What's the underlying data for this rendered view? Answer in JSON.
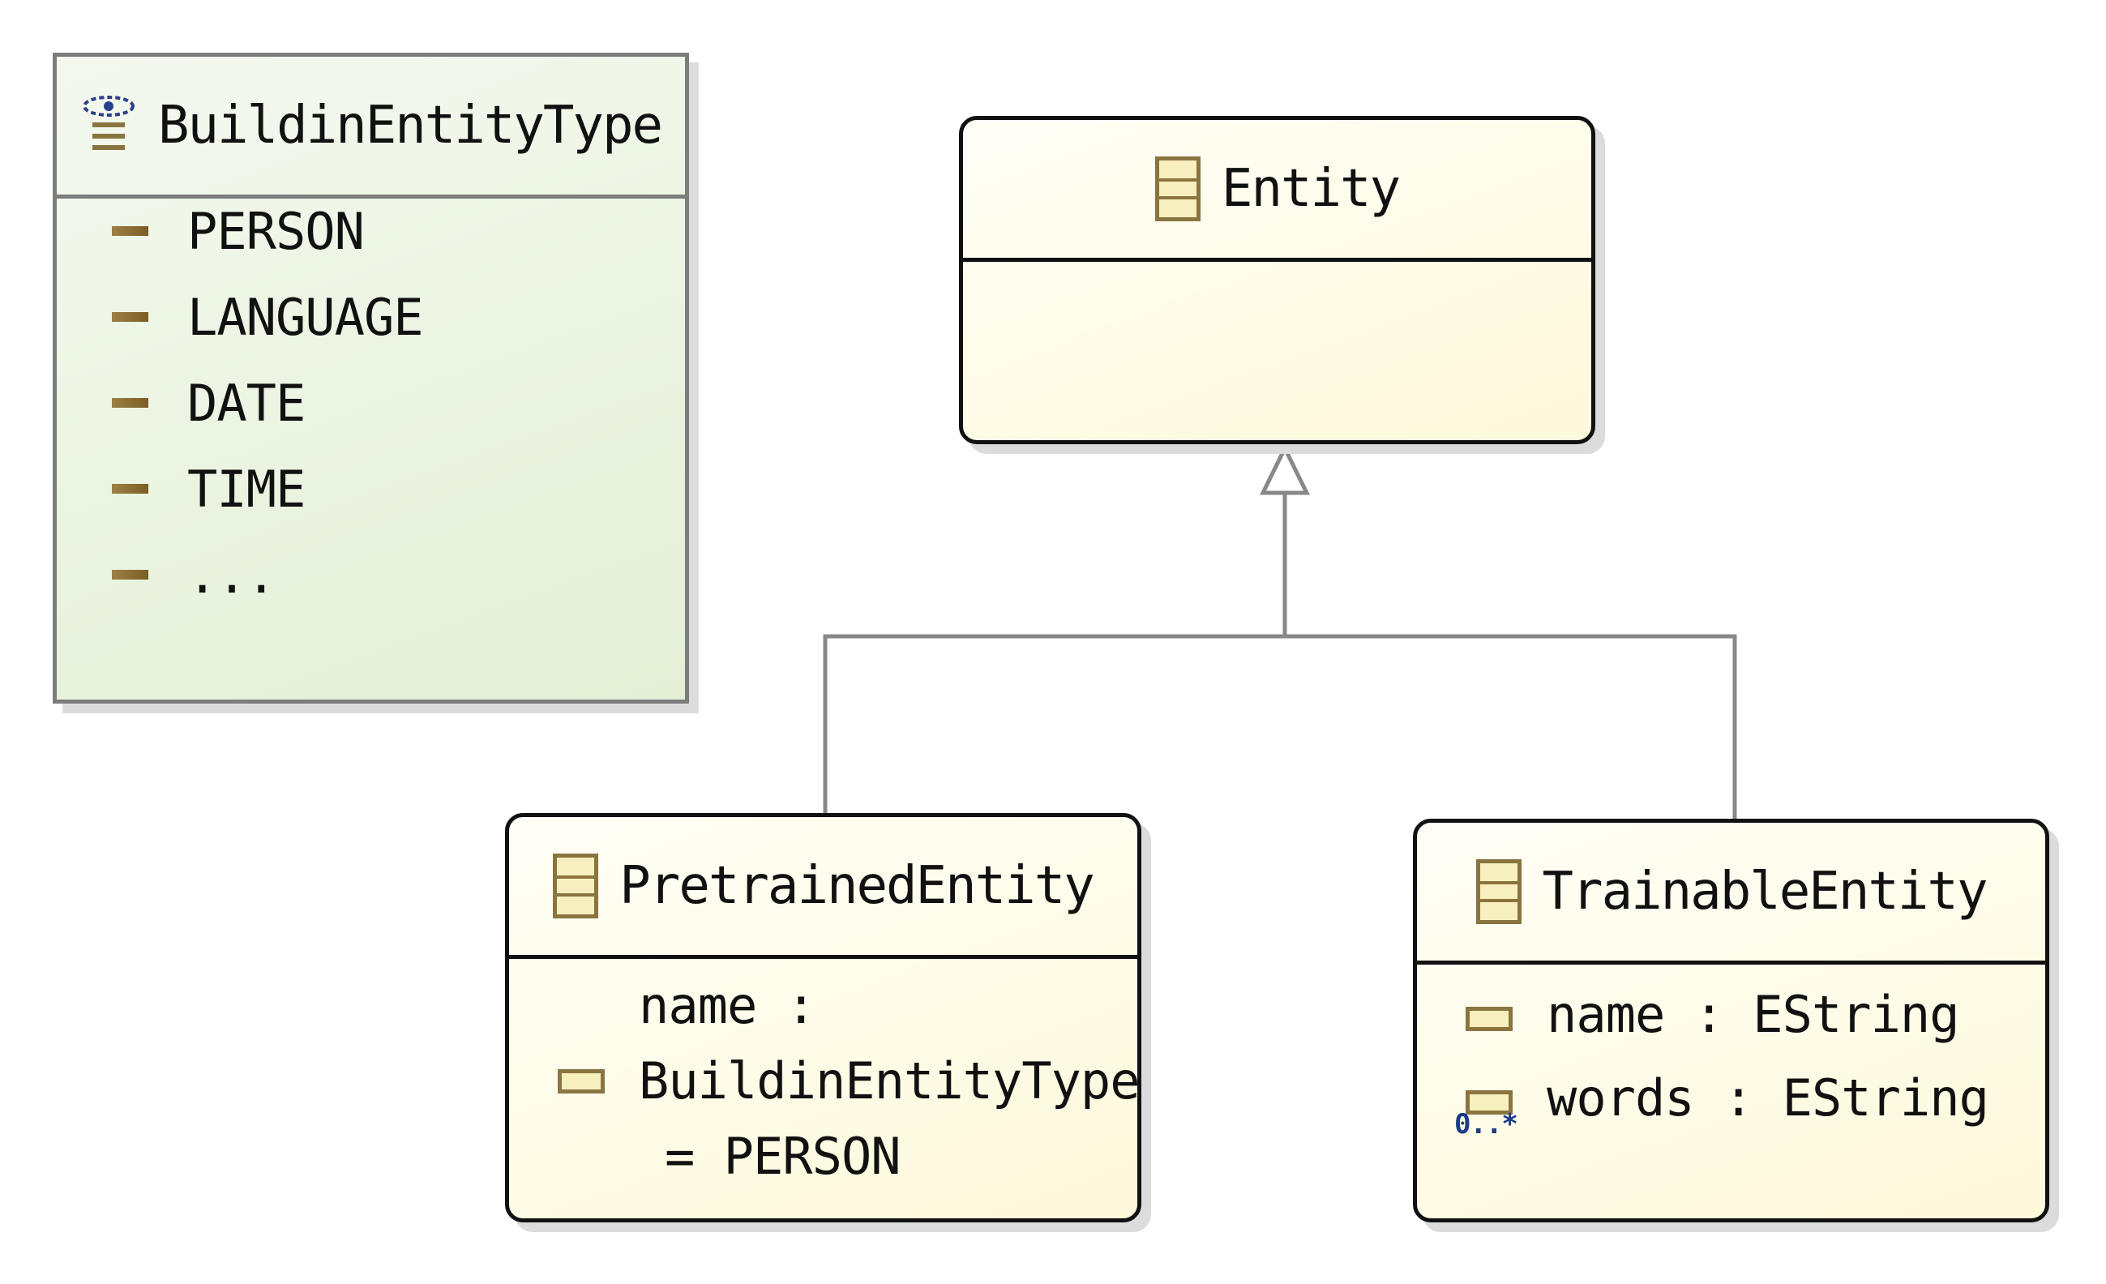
{
  "enumeration": {
    "name": "BuildinEntityType",
    "literals": [
      "PERSON",
      "LANGUAGE",
      "DATE",
      "TIME",
      "..."
    ]
  },
  "classes": {
    "entity": {
      "name": "Entity"
    },
    "pretrained": {
      "name": "PretrainedEntity",
      "attribute_lines": [
        "name :",
        "BuildinEntityType",
        "= PERSON"
      ]
    },
    "trainable": {
      "name": "TrainableEntity",
      "attributes": [
        {
          "label": "name : EString"
        },
        {
          "label": "words : EString",
          "multiplicity": "0..*"
        }
      ]
    }
  },
  "relations": [
    {
      "type": "generalization",
      "from": "PretrainedEntity",
      "to": "Entity"
    },
    {
      "type": "generalization",
      "from": "TrainableEntity",
      "to": "Entity"
    }
  ],
  "colors": {
    "enum_fill": "#e4efd6",
    "class_fill": "#fdf9db",
    "edge": "#888888",
    "icon_brown": "#8a7440",
    "multiplicity_blue": "#1d3a88"
  }
}
